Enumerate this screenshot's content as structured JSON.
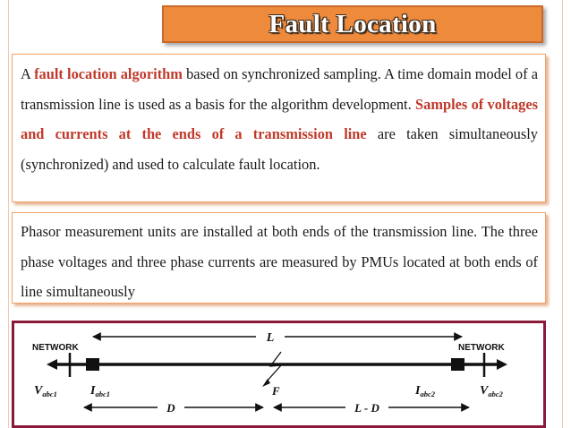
{
  "title": "Fault Location",
  "paragraph1": {
    "p1": "A ",
    "h1": "fault location algorithm",
    "p2": " based on synchronized sampling. A time domain model of a transmission line is used as a basis for the algorithm development. ",
    "h2": "Samples of voltages and currents at the ends of a transmission line",
    "p3": " are taken simultaneously (synchronized) and used to calculate fault location."
  },
  "paragraph2": "Phasor measurement units are installed at both ends of the transmission line. The three phase voltages and three phase currents are measured by PMUs located at both ends of line simultaneously",
  "diagram": {
    "network_left": "NETWORK",
    "network_right": "NETWORK",
    "length_label": "L",
    "fault_label": "F",
    "distance_label": "D",
    "remainder_label": "L - D",
    "v_left": "V",
    "v_left_sub": "abc1",
    "i_left": "I",
    "i_left_sub": "abc1",
    "i_right": "I",
    "i_right_sub": "abc2",
    "v_right": "V",
    "v_right_sub": "abc2"
  },
  "colors": {
    "title_bg": "#ee8a3c",
    "highlight": "#c0392b",
    "box_border": "#f0a368",
    "diagram_border": "#8a1a3a"
  }
}
